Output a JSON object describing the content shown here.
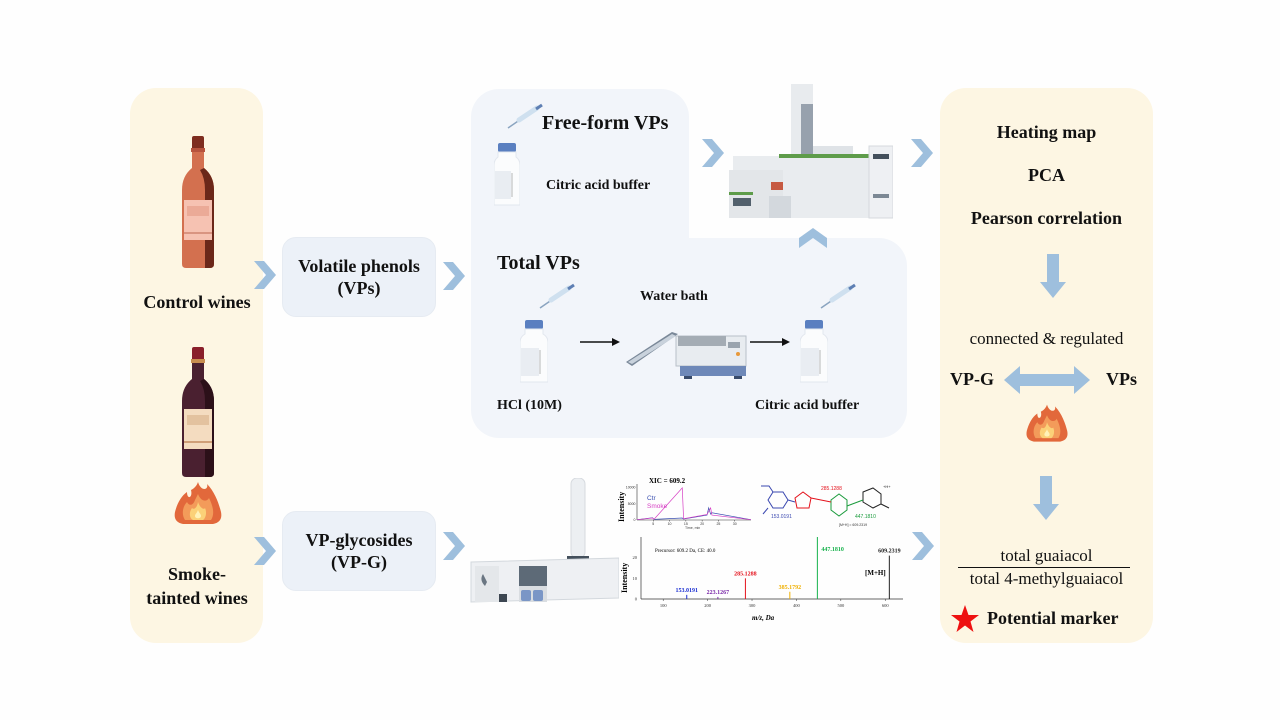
{
  "colors": {
    "panel_yellow": "#fdf6e3",
    "panel_blue": "#f2f5fa",
    "arrow_blue": "#9ebfdd",
    "star_red": "#ee1111",
    "peak_blue": "#1a2ed1",
    "peak_purple": "#7a2aa8",
    "peak_red": "#e4111b",
    "peak_orange": "#f0b000",
    "peak_green": "#16b24b",
    "peak_black": "#222222"
  },
  "left_panel": {
    "control_label": "Control wines",
    "smoke_label_line1": "Smoke-",
    "smoke_label_line2": "tainted wines"
  },
  "vp_box": {
    "line1": "Volatile phenols",
    "line2": "(VPs)"
  },
  "vpg_box": {
    "line1": "VP-glycosides",
    "line2": "(VP-G)"
  },
  "free_form": {
    "title": "Free-form VPs",
    "reagent": "Citric acid buffer"
  },
  "total": {
    "title": "Total VPs",
    "step1": "HCl (10M)",
    "step2": "Water bath",
    "step3": "Citric acid buffer"
  },
  "right_panel": {
    "analyses": [
      "Heating map",
      "PCA",
      "Pearson correlation"
    ],
    "relation_text": "connected & regulated",
    "left_term": "VP-G",
    "right_term": "VPs",
    "ratio_numerator": "total guaiacol",
    "ratio_denominator": "total 4-methylguaiacol",
    "marker_label": "Potential marker"
  },
  "chart_data": [
    {
      "type": "line",
      "title": "XIC = 609.2",
      "xlabel": "Time, min",
      "ylabel": "Intensity",
      "xticks": [
        "5",
        "10",
        "15",
        "20",
        "25",
        "30"
      ],
      "yticks": [
        "0",
        "5000",
        "10000"
      ],
      "xlim": [
        0,
        35
      ],
      "ylim": [
        0,
        11000
      ],
      "legend": [
        "Ctr",
        "Smoke"
      ],
      "legend_placement": "top-left",
      "series": [
        {
          "name": "Ctr",
          "color": "#3a4fb0",
          "x": [
            0,
            4.8,
            5.2,
            13.9,
            14.3,
            21.5,
            22.0,
            22.6,
            23.0,
            35
          ],
          "y": [
            100,
            700,
            200,
            600,
            300,
            1500,
            3700,
            1800,
            2200,
            100
          ]
        },
        {
          "name": "Smoke",
          "color": "#d63fc4",
          "x": [
            0,
            4.8,
            5.2,
            13.9,
            14.3,
            21.5,
            22.0,
            22.6,
            23.0,
            35
          ],
          "y": [
            100,
            600,
            200,
            9800,
            400,
            1700,
            2600,
            3700,
            1500,
            100
          ]
        }
      ]
    },
    {
      "type": "bar",
      "title": "Precursor: 609.2 Da, CE: 40.0",
      "xlabel": "m/z, Da",
      "ylabel": "Intensity",
      "xticks": [
        "100",
        "200",
        "300",
        "400",
        "500",
        "600"
      ],
      "yticks": [
        "0",
        "10",
        "20"
      ],
      "xlim": [
        50,
        640
      ],
      "ylim": [
        0,
        30
      ],
      "peaks": [
        {
          "mz": 153.0191,
          "intensity": 2.0,
          "label": "153.0191",
          "color": "#1a2ed1"
        },
        {
          "mz": 223.1267,
          "intensity": 1.0,
          "label": "223.1267",
          "color": "#7a2aa8"
        },
        {
          "mz": 285.1288,
          "intensity": 10.0,
          "label": "285.1288",
          "color": "#e4111b"
        },
        {
          "mz": 385.1792,
          "intensity": 3.5,
          "label": "385.1792",
          "color": "#f0b000"
        },
        {
          "mz": 447.181,
          "intensity": 30.0,
          "label": "447.1810",
          "color": "#16b24b"
        },
        {
          "mz": 609.2319,
          "intensity": 21.0,
          "label": "609.2319",
          "color": "#222222"
        }
      ],
      "annotation": "[M+H]"
    }
  ],
  "structure_annotations": {
    "frag1": "153.0191",
    "frag2": "285.1288",
    "frag3": "447.1810",
    "frag4": "[M+H] = 609.2319",
    "charge": "+H+"
  }
}
